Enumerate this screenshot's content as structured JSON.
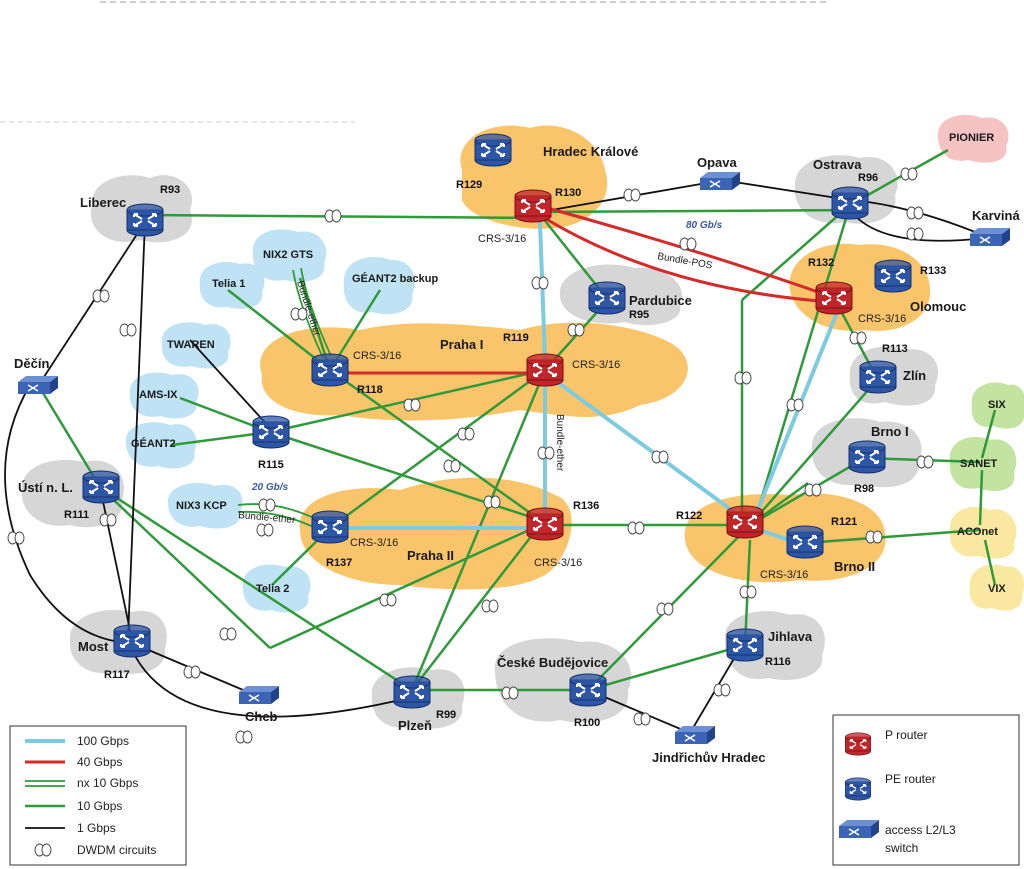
{
  "colors": {
    "link_100g": "#7ccbe0",
    "link_40g": "#d42a2a",
    "link_10g": "#2e9a3a",
    "link_1g": "#111111",
    "core_blob": "#f9c46a",
    "grey_cloud": "#d6d6d6",
    "blue_cloud": "#bfe3f4",
    "green_cloud": "#c3e3a0",
    "yellow_cloud": "#fbe8a0",
    "pink_cloud": "#f6c3c3",
    "p_router": "#c0262a",
    "pe_router": "#2e56a6",
    "access_switch": "#3b63b6"
  },
  "regions": {
    "hradec": "Hradec Králové",
    "opava": "Opava",
    "ostrava": "Ostrava",
    "karvina": "Karviná",
    "pionier": "PIONIER",
    "liberec": "Liberec",
    "nix2": "NIX2 GTS",
    "telia1": "Telia 1",
    "geant2backup": "GÉANT2 backup",
    "pardubice": "Pardubice",
    "olomouc": "Olomouc",
    "zlin": "Zlín",
    "twaren": "TWAREN",
    "praha1": "Praha I",
    "decin": "Děčín",
    "amsix": "AMS-IX",
    "geant2": "GÉANT2",
    "six": "SIX",
    "brno1": "Brno I",
    "sanet": "SANET",
    "usti": "Ústí n. L.",
    "nix3": "NIX3 KCP",
    "praha2": "Praha II",
    "brno2": "Brno II",
    "aconet": "ACOnet",
    "telia2": "Telia 2",
    "vix": "VIX",
    "most": "Most",
    "jihlava": "Jihlava",
    "ceske": "České Budějovice",
    "cheb": "Cheb",
    "plzen": "Plzeň",
    "jindrichuv": "Jindřichův Hradec"
  },
  "routers": {
    "r129": "R129",
    "r130": "R130",
    "r93": "R93",
    "r96": "R96",
    "r132": "R132",
    "r133": "R133",
    "r95": "R95",
    "r119": "R119",
    "r118": "R118",
    "r113": "R113",
    "r115": "R115",
    "r98": "R98",
    "r111": "R111",
    "r136": "R136",
    "r122": "R122",
    "r121": "R121",
    "r137": "R137",
    "r117": "R117",
    "r116": "R116",
    "r99": "R99",
    "r100": "R100"
  },
  "crs_label": "CRS-3/16",
  "annotations": {
    "speed_80": "80 Gb/s",
    "bundle_pos": "Bundle-POS",
    "bundle_ether": "Bundle-ether",
    "speed_20": "20 Gb/s"
  },
  "legend_links": [
    {
      "label": "100 Gbps",
      "style": "100g"
    },
    {
      "label": "40 Gbps",
      "style": "40g"
    },
    {
      "label": "nx 10 Gbps",
      "style": "nx10g"
    },
    {
      "label": "10 Gbps",
      "style": "10g"
    },
    {
      "label": "1 Gbps",
      "style": "1g"
    },
    {
      "label": "DWDM circuits",
      "style": "dwdm"
    }
  ],
  "legend_devices": {
    "p_router": "P router",
    "pe_router": "PE router",
    "access_line1": "access L2/L3",
    "access_line2": "switch"
  }
}
